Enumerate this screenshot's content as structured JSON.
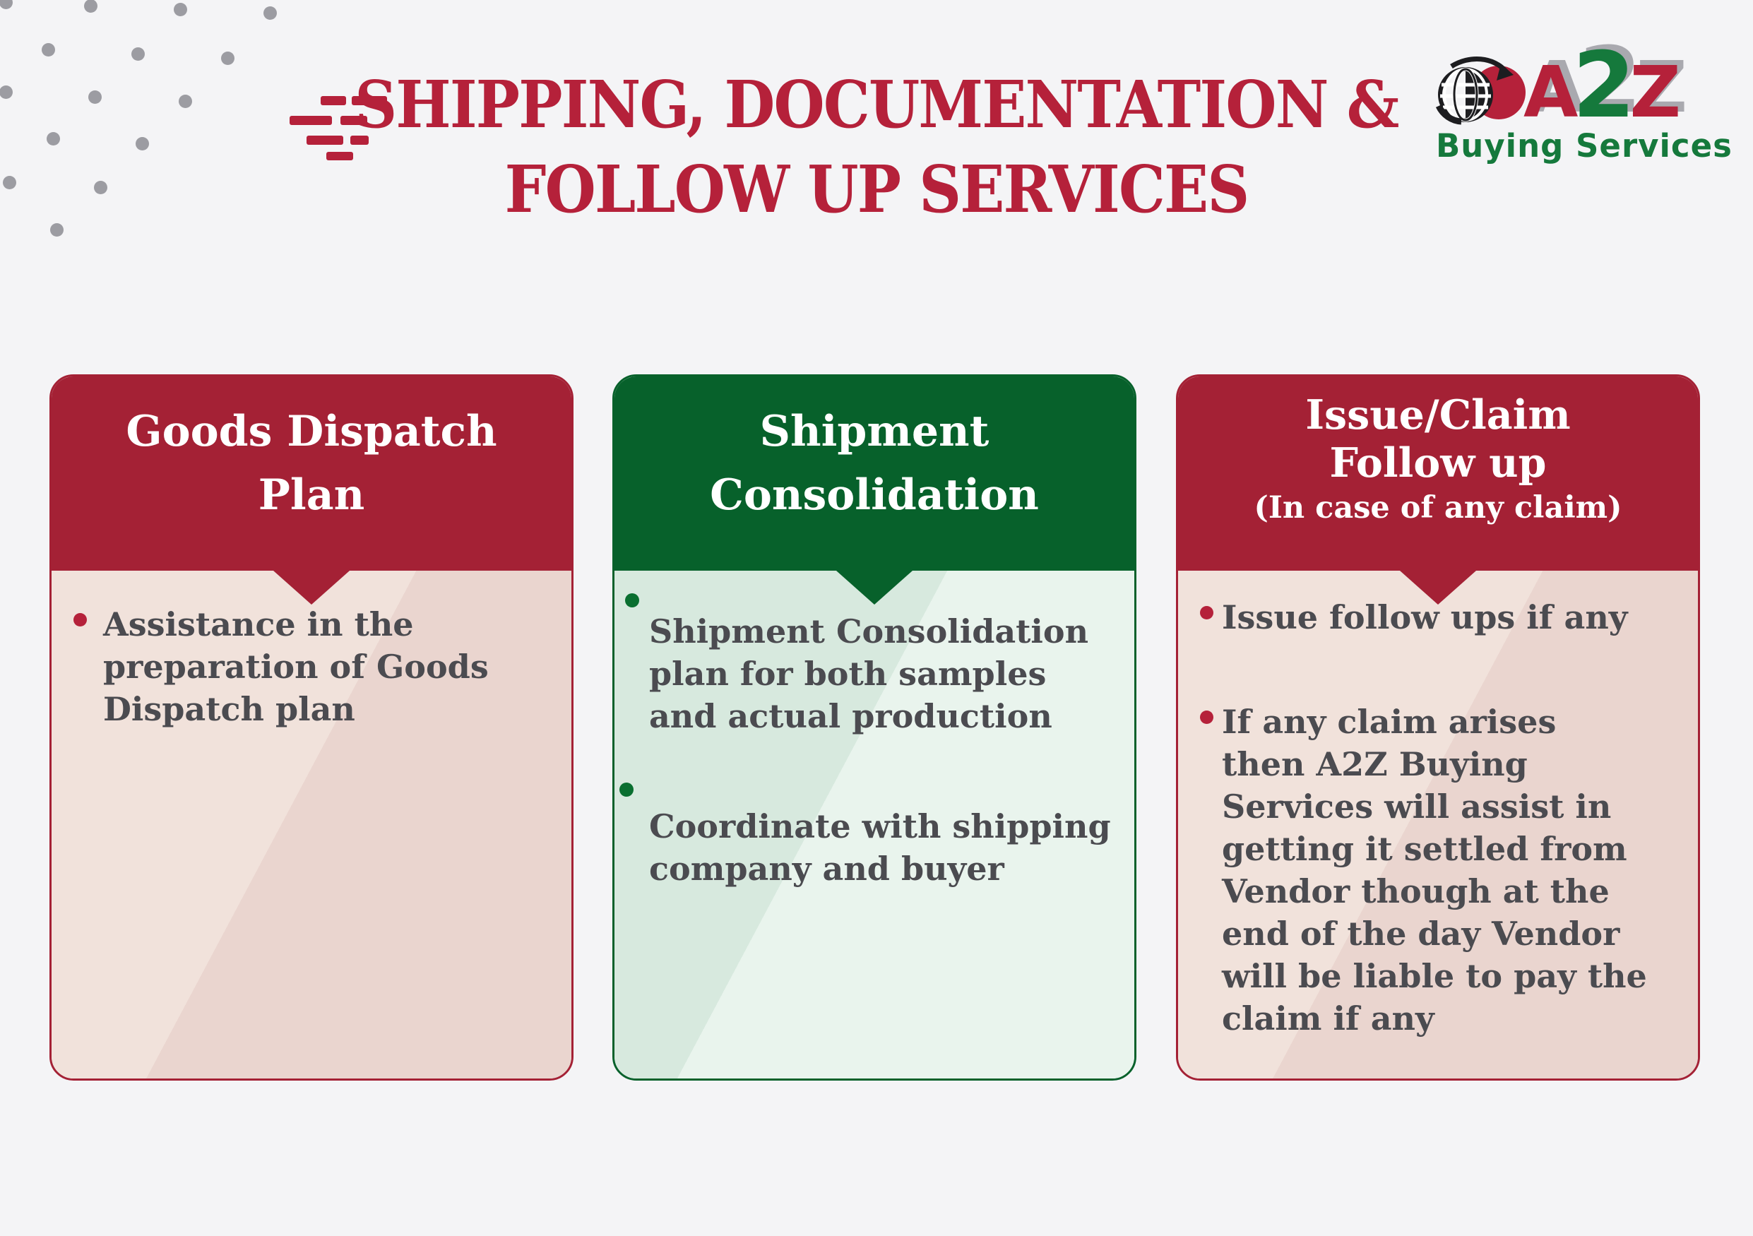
{
  "page": {
    "background_color": "#f4f4f6",
    "dot_pattern_color": "#9c9ca2"
  },
  "header": {
    "title_line1": "SHIPPING, DOCUMENTATION &",
    "title_line2": "FOLLOW UP SERVICES",
    "title_color": "#b5213a",
    "icon": "speed-lines-icon"
  },
  "logo": {
    "brand_a": "A",
    "brand_2": "2",
    "brand_z": "Z",
    "subtitle": "Buying Services",
    "icon": "globe-arrow-icon",
    "red": "#b5213a",
    "green": "#15793c",
    "gray": "#a9a9af"
  },
  "cards": [
    {
      "title_line1": "Goods Dispatch",
      "title_line2": "Plan",
      "accent_color": "#a42135",
      "body_colors": [
        "#f1e2db",
        "#ead5cf"
      ],
      "bullet_color": "#b5213a",
      "bullets": [
        "Assistance in the\npreparation of Goods\nDispatch plan"
      ]
    },
    {
      "title_line1": "Shipment",
      "title_line2": "Consolidation",
      "accent_color": "#07612b",
      "body_colors": [
        "#d7e9de",
        "#e9f4ed"
      ],
      "bullet_color": "#0a6f30",
      "bullets": [
        "Shipment Consolidation\nplan for both samples\nand actual production",
        "Coordinate with shipping\ncompany and buyer"
      ]
    },
    {
      "title_line1": "Issue/Claim",
      "title_line2": "Follow up",
      "subtitle": "(In case of any claim)",
      "accent_color": "#a42135",
      "body_colors": [
        "#f1e2db",
        "#ead5cf"
      ],
      "bullet_color": "#b5213a",
      "bullets": [
        "Issue follow ups if any",
        "If any claim arises\nthen A2Z Buying\nServices will assist in\ngetting it settled from\nVendor though at the\nend of the day Vendor\nwill be liable to pay the\nclaim if any"
      ]
    }
  ],
  "text_color": "#4b4b50"
}
